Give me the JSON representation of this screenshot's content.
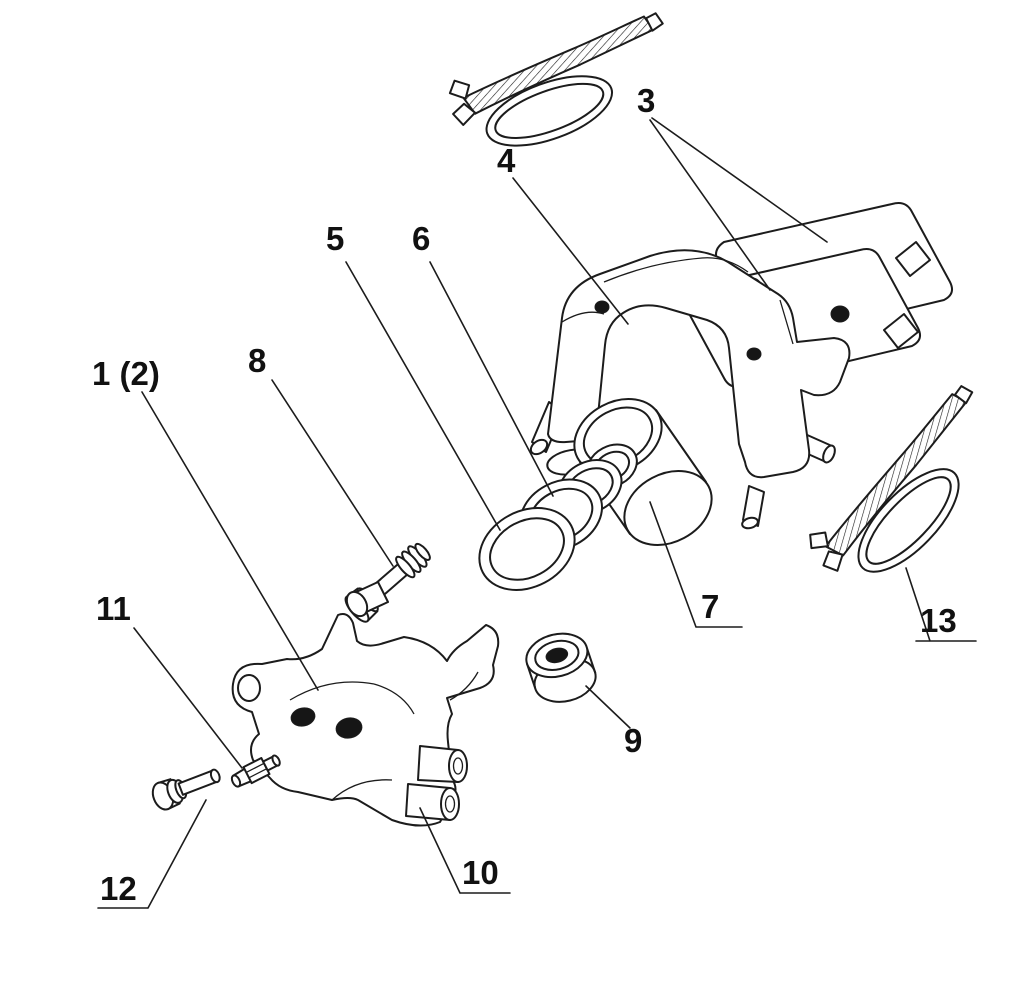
{
  "figure": {
    "background": "#ffffff",
    "line_color": "#1c1c1c",
    "label_color": "#111111"
  },
  "labels": {
    "part1": {
      "text": "1 (2)"
    },
    "part3": {
      "text": "3"
    },
    "part4": {
      "text": "4"
    },
    "part5": {
      "text": "5"
    },
    "part6": {
      "text": "6"
    },
    "part7": {
      "text": "7"
    },
    "part8": {
      "text": "8"
    },
    "part9": {
      "text": "9"
    },
    "part10": {
      "text": "10"
    },
    "part11": {
      "text": "11"
    },
    "part12": {
      "text": "12"
    },
    "part13": {
      "text": "13"
    }
  }
}
